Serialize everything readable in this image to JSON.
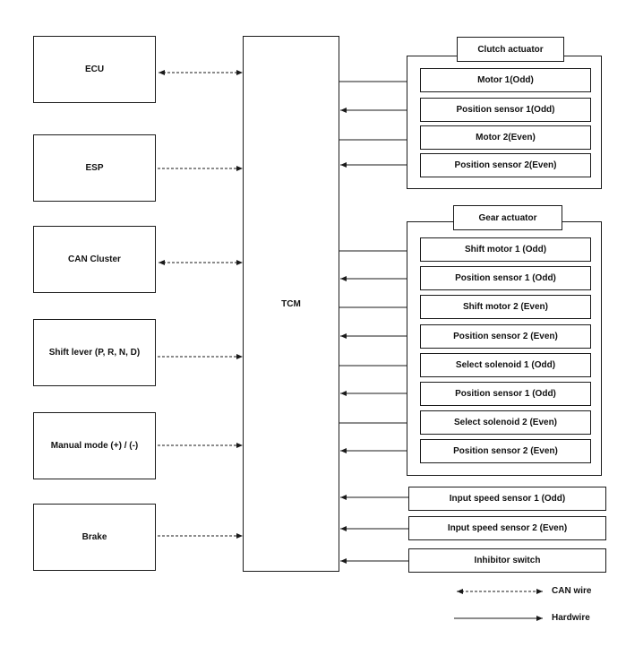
{
  "inputs": [
    {
      "label": "ECU",
      "wire": "can"
    },
    {
      "label": "ESP",
      "wire": "can-in"
    },
    {
      "label": "CAN Cluster",
      "wire": "can"
    },
    {
      "label": "Shift lever (P, R, N, D)",
      "wire": "can-in"
    },
    {
      "label": "Manual mode (+) / (-)",
      "wire": "can-in"
    },
    {
      "label": "Brake",
      "wire": "can-in"
    }
  ],
  "tcm": {
    "label": "TCM"
  },
  "clutch_actuator": {
    "title": "Clutch actuator",
    "items": [
      {
        "label": "Motor 1(Odd)",
        "dir": "out"
      },
      {
        "label": "Position sensor 1(Odd)",
        "dir": "in"
      },
      {
        "label": "Motor 2(Even)",
        "dir": "out"
      },
      {
        "label": "Position sensor 2(Even)",
        "dir": "in"
      }
    ]
  },
  "gear_actuator": {
    "title": "Gear actuator",
    "items": [
      {
        "label": "Shift motor 1 (Odd)",
        "dir": "out"
      },
      {
        "label": "Position sensor 1 (Odd)",
        "dir": "in"
      },
      {
        "label": "Shift motor 2 (Even)",
        "dir": "out"
      },
      {
        "label": "Position sensor 2 (Even)",
        "dir": "in"
      },
      {
        "label": "Select solenoid 1 (Odd)",
        "dir": "out"
      },
      {
        "label": "Position sensor 1 (Odd)",
        "dir": "in"
      },
      {
        "label": "Select solenoid 2 (Even)",
        "dir": "out"
      },
      {
        "label": "Position sensor 2 (Even)",
        "dir": "in"
      }
    ]
  },
  "sensors": [
    {
      "label": "Input speed sensor 1 (Odd)",
      "dir": "in"
    },
    {
      "label": "Input speed sensor 2 (Even)",
      "dir": "in"
    },
    {
      "label": "Inhibitor switch",
      "dir": "in"
    }
  ],
  "legend": {
    "can_wire": "CAN wire",
    "hardwire": "Hardwire"
  },
  "colors": {
    "line": "#1a1a1a",
    "background": "#ffffff"
  }
}
